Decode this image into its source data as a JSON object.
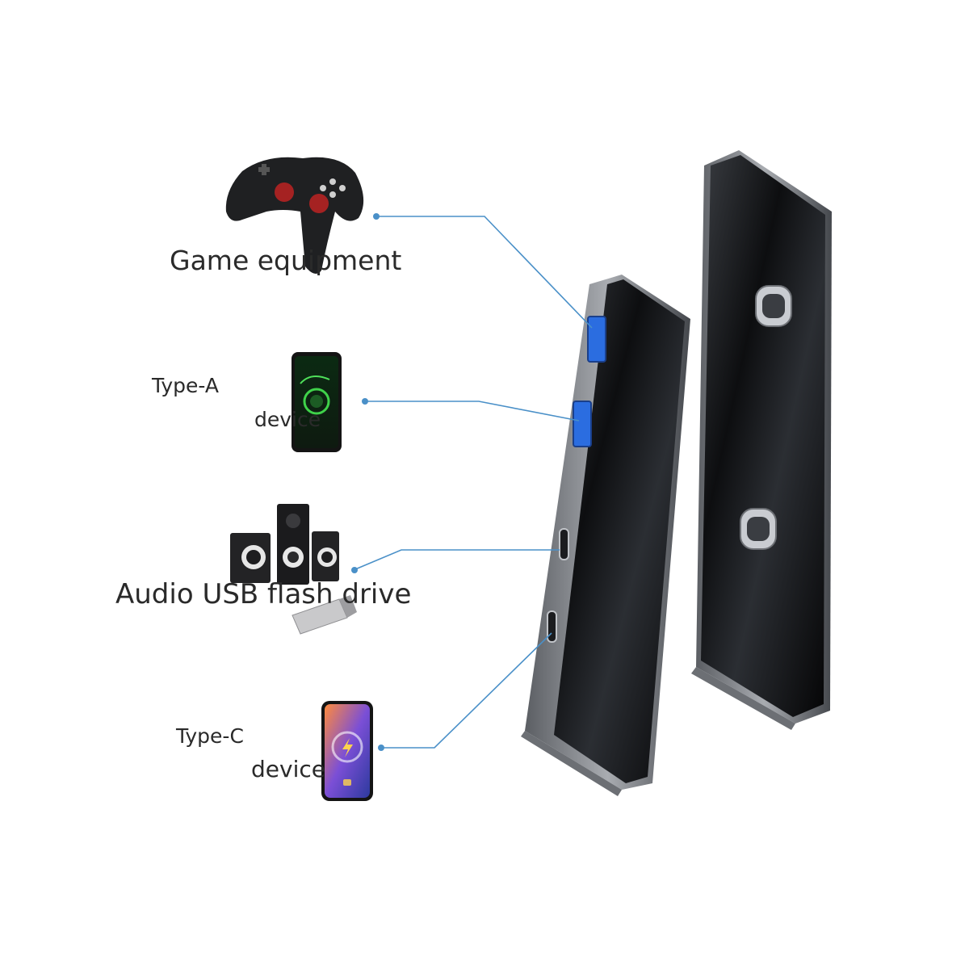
{
  "labels": {
    "game": "Game equipment",
    "type_a": "Type-A",
    "device_a": "device",
    "audio": "Audio USB flash drive",
    "type_c": "Type-C",
    "device_c": "device"
  },
  "colors": {
    "background": "#ffffff",
    "connector_line": "#4a90c8",
    "hub_body": "#202226",
    "hub_rim": "#8a8d92",
    "usb_a_port": "#2b6de0",
    "label_text": "#2a2a2a"
  },
  "icons": [
    "gamepad-icon",
    "smartphone-android-icon",
    "speakers-icon",
    "usb-flash-drive-icon",
    "smartphone-iphone-icon"
  ]
}
